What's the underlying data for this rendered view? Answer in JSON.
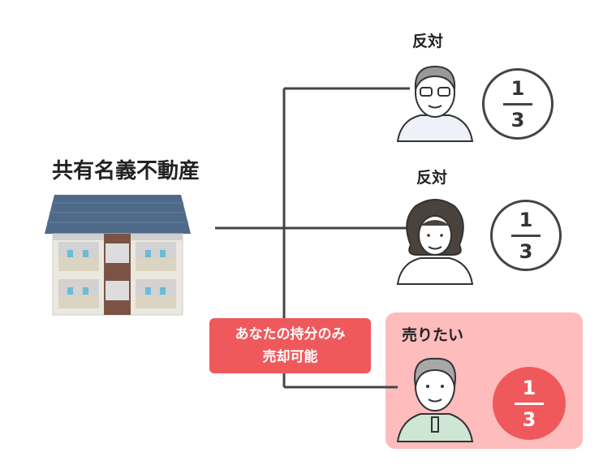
{
  "title": "共有名義不動産",
  "owners": [
    {
      "label": "反対",
      "share_num": "1",
      "share_den": "3"
    },
    {
      "label": "反対",
      "share_num": "1",
      "share_den": "3"
    },
    {
      "label": "売りたい",
      "share_num": "1",
      "share_den": "3"
    }
  ],
  "note": {
    "line1": "あなたの持分のみ",
    "line2": "売却可能"
  },
  "colors": {
    "accent": "#f0595c",
    "highlight_bg": "#ffbcbc",
    "line": "#444444"
  }
}
